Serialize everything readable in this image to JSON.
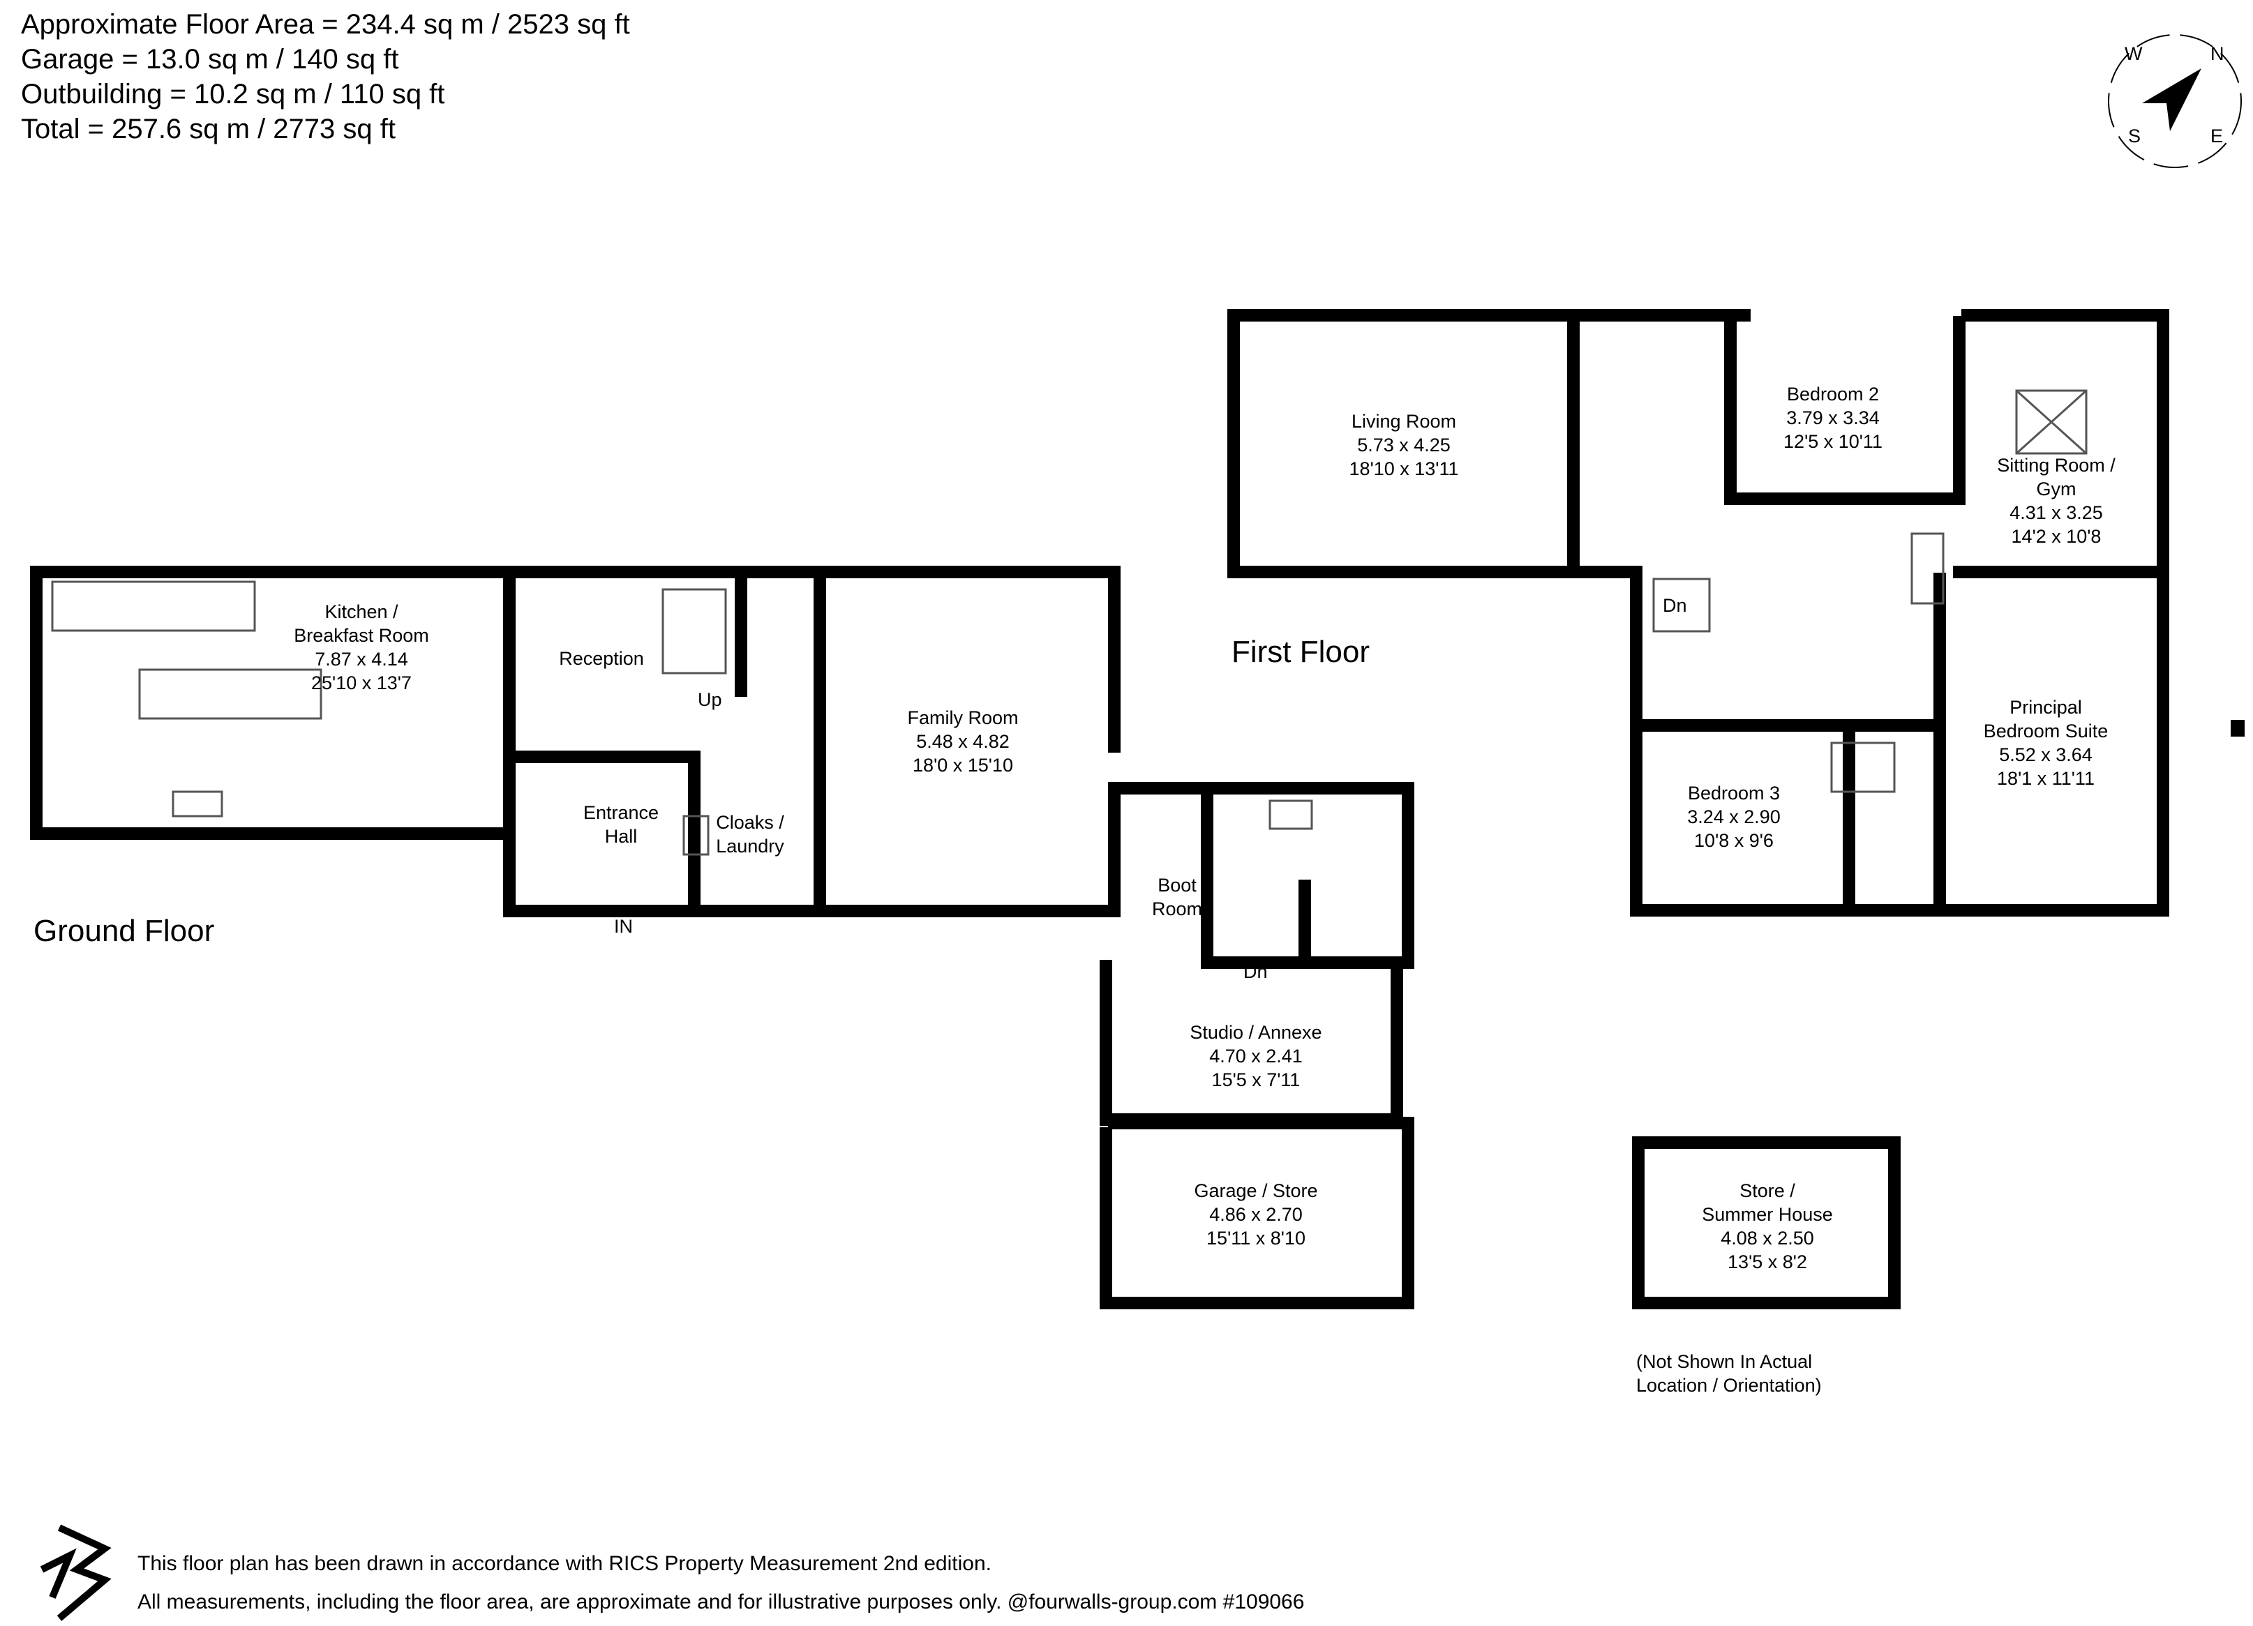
{
  "areas": {
    "approx_floor": "Approximate Floor Area = 234.4 sq m / 2523 sq ft",
    "garage": "Garage = 13.0 sq m / 140 sq ft",
    "outbuilding": "Outbuilding = 10.2 sq m / 110 sq ft",
    "total": "Total = 257.6 sq m / 2773 sq ft"
  },
  "compass": {
    "n": "N",
    "e": "E",
    "s": "S",
    "w": "W"
  },
  "floors": {
    "ground": "Ground Floor",
    "first": "First Floor"
  },
  "rooms": {
    "kitchen": {
      "name": "Kitchen /\nBreakfast Room",
      "metric": "7.87 x 4.14",
      "imperial": "25'10 x 13'7"
    },
    "reception": {
      "name": "Reception"
    },
    "entrance": {
      "name": "Entrance\nHall"
    },
    "cloaks": {
      "name": "Cloaks /\nLaundry"
    },
    "family": {
      "name": "Family Room",
      "metric": "5.48 x 4.82",
      "imperial": "18'0 x 15'10"
    },
    "boot": {
      "name": "Boot\nRoom"
    },
    "studio": {
      "name": "Studio / Annexe",
      "metric": "4.70 x 2.41",
      "imperial": "15'5 x 7'11"
    },
    "garage": {
      "name": "Garage / Store",
      "metric": "4.86 x 2.70",
      "imperial": "15'11 x 8'10"
    },
    "living": {
      "name": "Living Room",
      "metric": "5.73 x 4.25",
      "imperial": "18'10 x 13'11"
    },
    "bedroom2": {
      "name": "Bedroom 2",
      "metric": "3.79 x 3.34",
      "imperial": "12'5 x 10'11"
    },
    "sitting": {
      "name": "Sitting Room /\nGym",
      "metric": "4.31 x 3.25",
      "imperial": "14'2 x 10'8"
    },
    "principal": {
      "name": "Principal\nBedroom Suite",
      "metric": "5.52 x 3.64",
      "imperial": "18'1 x 11'11"
    },
    "bedroom3": {
      "name": "Bedroom 3",
      "metric": "3.24 x 2.90",
      "imperial": "10'8 x 9'6"
    },
    "store": {
      "name": "Store /\nSummer House",
      "metric": "4.08 x 2.50",
      "imperial": "13'5 x 8'2"
    }
  },
  "markers": {
    "up": "Up",
    "dn_ground": "Dn",
    "dn_first": "Dn",
    "in": "IN"
  },
  "outbuilding_note": "(Not Shown In Actual\nLocation / Orientation)",
  "footer": {
    "line1": "This floor plan has been drawn in accordance with RICS Property Measurement 2nd edition.",
    "line2": "All measurements, including the floor area, are approximate and for illustrative purposes only. @fourwalls-group.com #109066"
  },
  "colors": {
    "wall": "#000000",
    "line": "#555555",
    "background": "#ffffff"
  }
}
